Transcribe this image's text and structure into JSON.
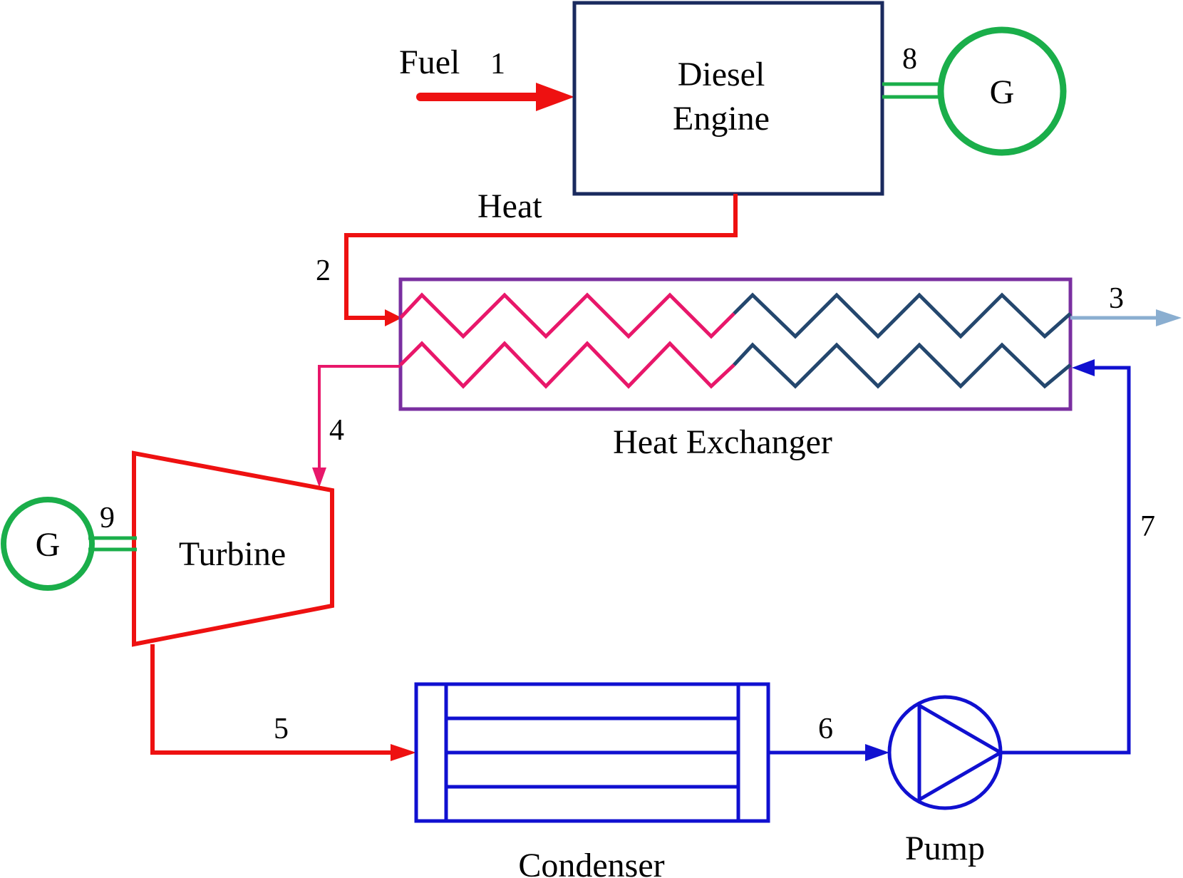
{
  "components": {
    "diesel_engine": {
      "line1": "Diesel",
      "line2": "Engine"
    },
    "generator_top": "G",
    "generator_left": "G",
    "heat_exchanger": "Heat Exchanger",
    "turbine": "Turbine",
    "condenser": "Condenser",
    "pump": "Pump"
  },
  "flows": {
    "fuel": "Fuel",
    "heat": "Heat"
  },
  "states": {
    "s1": "1",
    "s2": "2",
    "s3": "3",
    "s4": "4",
    "s5": "5",
    "s6": "6",
    "s7": "7",
    "s8": "8",
    "s9": "9"
  },
  "colors": {
    "engine": "#1a2a5e",
    "generator": "#1aae4a",
    "hot_stream": "#ee1111",
    "exhaust_coil": "#e8176a",
    "cold_coil": "#24476e",
    "exchanger": "#7a2fa0",
    "water": "#1010d0",
    "outlet": "#8aaed0"
  }
}
